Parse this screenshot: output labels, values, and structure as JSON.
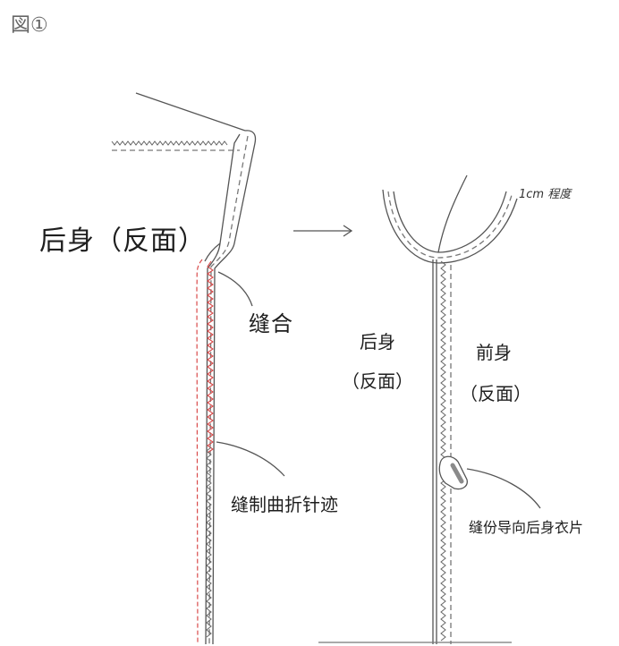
{
  "figure": {
    "label": "図①"
  },
  "labels": {
    "back_body_reverse": "后身（反面）",
    "sew_together": "缝合",
    "zigzag_stitch": "缝制曲折针迹",
    "approx_1cm": "1cm 程度",
    "back_body": "后身",
    "back_body_reverse_short": "（反面）",
    "front_body": "前身",
    "front_body_reverse": "（反面）",
    "seam_allowance_to_back": "缝份导向后身衣片"
  },
  "colors": {
    "outline": "#555555",
    "dashed": "#777777",
    "zigzag": "#666666",
    "red_stitch": "#d94a4a",
    "iron": "#8a8a8a"
  }
}
